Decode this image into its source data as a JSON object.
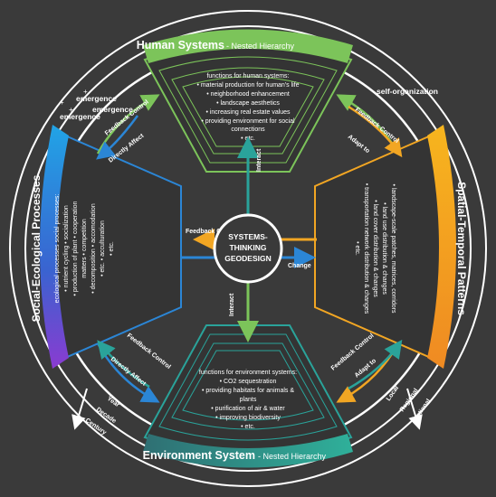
{
  "center": {
    "line1": "SYSTEMS-",
    "line2": "THINKING",
    "line3": "GEODESIGN"
  },
  "colors": {
    "background": "#3a3a3a",
    "human": "#7cc45a",
    "spatial": "#f2a623",
    "environment": "#2aa39a",
    "social": "#2b86d6"
  },
  "human": {
    "title": "Human Systems",
    "subtitle": "- Nested Hierarchy",
    "items": [
      "functions for human systems:",
      "• material production for human's life",
      "• neighborhood enhancement",
      "• landscape aesthetics",
      "• increasing real estate values",
      "• providing environment for social",
      "connections",
      "• etc."
    ]
  },
  "environment": {
    "title": "Environment System",
    "subtitle": "- Nested Hierarchy",
    "items": [
      "functions for environment systems:",
      "• CO2 sequestration",
      "• providing habitats for animals &",
      "plants",
      "• purification of air & water",
      "• improving biodiversity",
      "• etc."
    ]
  },
  "social": {
    "title": "Social-Ecological Processes",
    "items": [
      "ecological processes social processes:",
      "• nutrient cycling  • socialization",
      "• production of plant  • cooperation",
      "matters  • competition",
      "• decomposition  • accomodation",
      "• etc.  • acculturation",
      "• etc."
    ]
  },
  "spatial": {
    "title": "Spatial-Temporal Patterns",
    "items": [
      "• landscape-scale patches, matrices, corridors",
      "• land use distribution & changes",
      "• land cover distribution & changes",
      "• transportation network distribution & changes",
      "• etc."
    ]
  },
  "arrows": {
    "feedback_control": "Feedback Control",
    "directly_affect": "Directly Affect",
    "adapt_to": "Adapt to",
    "interact": "Interact",
    "change": "Change"
  },
  "outer": {
    "emergence": "emergence",
    "self_organization": "self-organization",
    "time_scale": [
      "Year",
      "Decade",
      "Century"
    ],
    "space_scale": [
      "Local",
      "Regional",
      "National"
    ]
  }
}
